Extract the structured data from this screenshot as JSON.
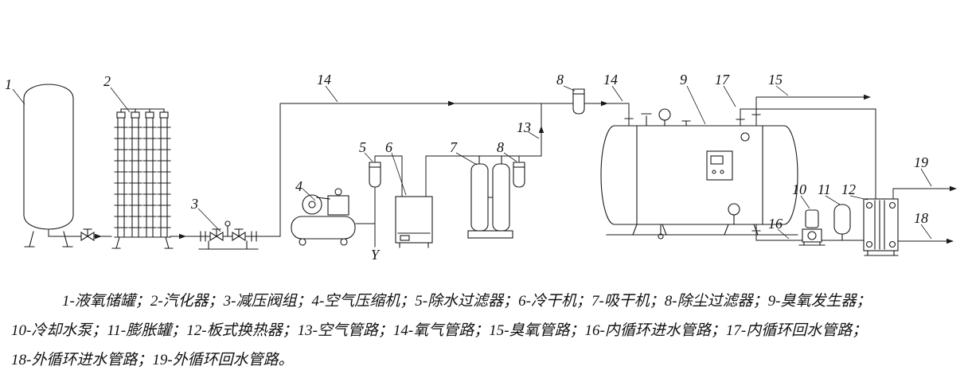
{
  "diagram": {
    "callouts": {
      "c1": "1",
      "c2": "2",
      "c3": "3",
      "c4": "4",
      "c5": "5",
      "c6": "6",
      "c7": "7",
      "c8_inline": "8",
      "c8_top": "8",
      "c9": "9",
      "c10": "10",
      "c11": "11",
      "c12": "12",
      "c13": "13",
      "c14_left": "14",
      "c14_right": "14",
      "c15": "15",
      "c16": "16",
      "c17": "17",
      "c18": "18",
      "c19": "19",
      "drain_mark": "Y"
    },
    "line_color": "#1a1a1a",
    "background": "#ffffff"
  },
  "legend": {
    "line1": "1-液氧储罐；2-汽化器；3-减压阀组；4-空气压缩机；5-除水过滤器；6-冷干机；7-吸干机；8-除尘过滤器；9-臭氧发生器；",
    "line2": "10-冷却水泵；11-膨胀罐；12-板式换热器；13-空气管路；14-氧气管路；15-臭氧管路；16-内循环进水管路；17-内循环回水管路；",
    "line3": "18-外循环进水管路；19-外循环回水管路。"
  }
}
